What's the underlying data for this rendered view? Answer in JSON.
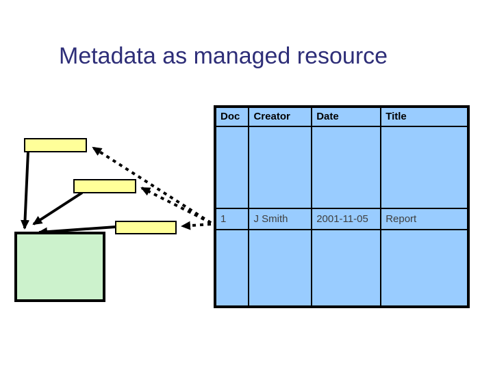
{
  "slide": {
    "title": "Metadata as managed resource"
  },
  "table": {
    "headers": [
      "Doc",
      "Creator",
      "Date",
      "Title"
    ],
    "rows": [
      {
        "cells": [
          "",
          "",
          "",
          ""
        ]
      },
      {
        "cells": [
          "1",
          "J Smith",
          "2001-11-05",
          "Report"
        ]
      },
      {
        "cells": [
          "",
          "",
          "",
          ""
        ]
      }
    ]
  },
  "diagram": {
    "tag_boxes": [
      "metadata-tag-1",
      "metadata-tag-2",
      "metadata-tag-3"
    ],
    "resource_box": "resource",
    "solid_arrows": "tags point to resource",
    "dotted_arrows": "table record points to tags"
  },
  "colors": {
    "title_text": "#2e2e78",
    "table_fill": "#99ccff",
    "tag_fill": "#ffff99",
    "resource_fill": "#ccf2cc",
    "line": "#000000",
    "data_text": "#3f3f3f"
  }
}
